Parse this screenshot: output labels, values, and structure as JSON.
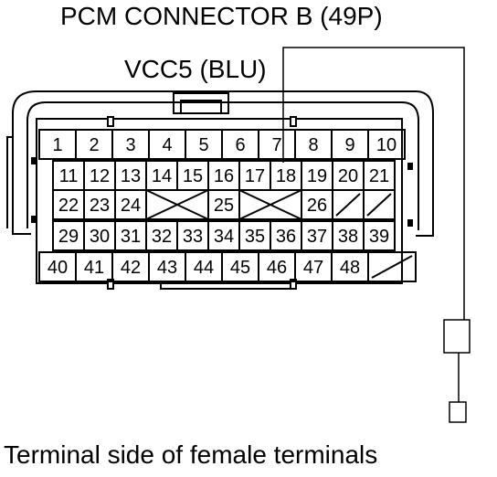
{
  "title": "PCM CONNECTOR B (49P)",
  "wire_label": "VCC5 (BLU)",
  "caption": "Terminal side of female terminals",
  "highlighted_terminal": "18",
  "rows": [
    [
      "1",
      "2",
      "3",
      "4",
      "5",
      "6",
      "7",
      "8",
      "9",
      "10"
    ],
    [
      "11",
      "12",
      "13",
      "14",
      "15",
      "16",
      "17",
      "18",
      "19",
      "20",
      "21"
    ],
    [
      "22",
      "23",
      "24",
      "",
      "25",
      "",
      "26",
      "",
      ""
    ],
    [
      "29",
      "30",
      "31",
      "32",
      "33",
      "34",
      "35",
      "36",
      "37",
      "38",
      "39"
    ],
    [
      "40",
      "41",
      "42",
      "43",
      "44",
      "45",
      "46",
      "47",
      "48",
      ""
    ]
  ]
}
